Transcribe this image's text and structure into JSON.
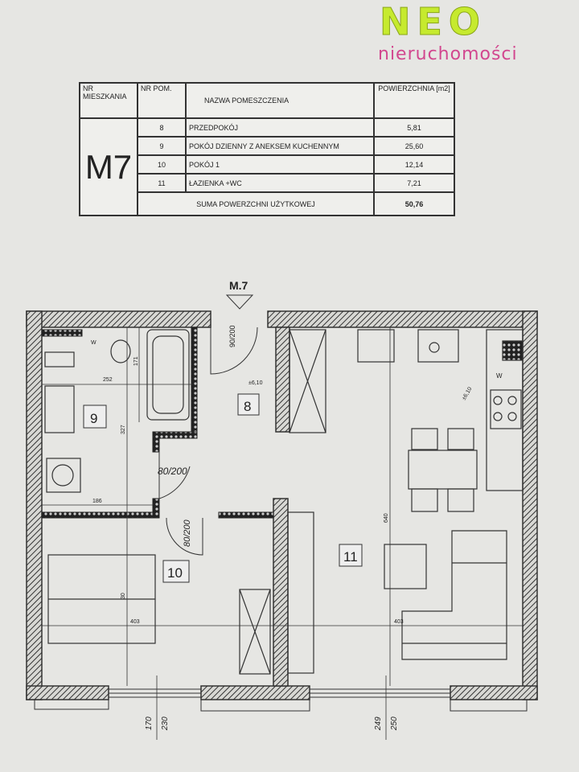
{
  "logo": {
    "brand": "NEO",
    "subtitle": "nieruchomości",
    "brand_color": "#c6ea2e",
    "subtitle_color": "#d2478f"
  },
  "table": {
    "headers": {
      "apartment_no": "NR MIESZKANIA",
      "room_no": "NR POM.",
      "room_name": "NAZWA POMESZCZENIA",
      "area": "POWIERZCHNIA [m2]"
    },
    "apartment": "M7",
    "rows": [
      {
        "no": "8",
        "name": "PRZEDPOKÓJ",
        "area": "5,81"
      },
      {
        "no": "9",
        "name": "POKÓJ DZIENNY Z ANEKSEM KUCHENNYM",
        "area": "25,60"
      },
      {
        "no": "10",
        "name": "POKÓJ 1",
        "area": "12,14"
      },
      {
        "no": "11",
        "name": "ŁAZIENKA +WC",
        "area": "7,21"
      }
    ],
    "total_label": "SUMA POWERZCHNI UŻYTKOWEJ",
    "total_area": "50,76"
  },
  "plan": {
    "entrance_label": "M.7",
    "entry_door": "90/200",
    "level": "±6,10",
    "level2": "±6,10",
    "room_tags": {
      "r8": "8",
      "r9": "9",
      "r10": "10",
      "r11": "11"
    },
    "bath_door": "80/200",
    "room_door": "80/200",
    "dims": {
      "d252": "252",
      "d171": "171",
      "d327": "327",
      "d186": "186",
      "d640": "640",
      "d403a": "403",
      "d403b": "403",
      "d30": "30"
    },
    "window1": {
      "top": "170",
      "bottom": "230"
    },
    "window2": {
      "top": "249",
      "bottom": "250"
    },
    "water_mark": "W"
  }
}
